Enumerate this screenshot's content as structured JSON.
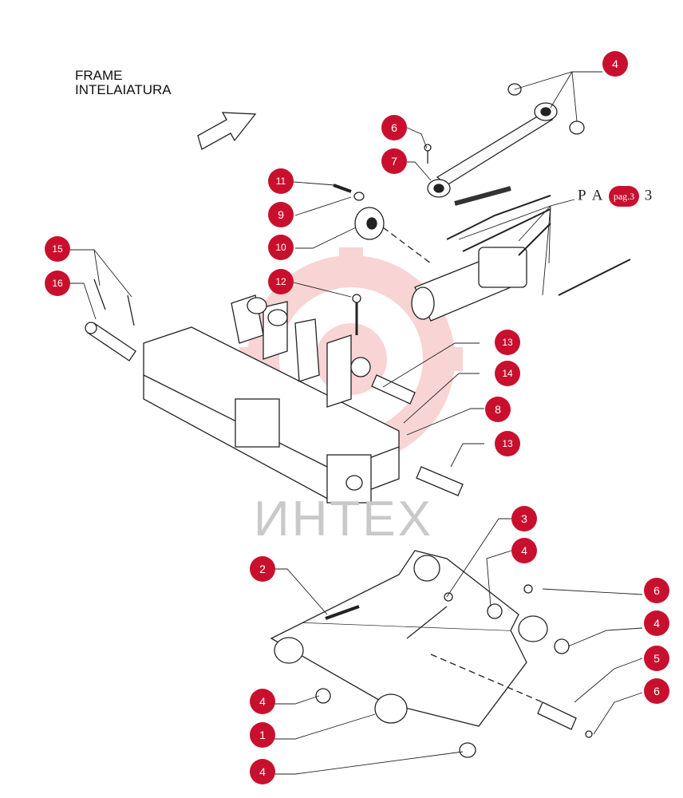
{
  "title": {
    "line1": "FRAME",
    "line2": "INTELAIATURA"
  },
  "page_ref": "P A",
  "page_ref_badge": "pag.3",
  "page_ref_tail": "3",
  "watermark": "ИНТЕХ",
  "colors": {
    "callout": "#c8102e",
    "line": "#222222",
    "watermark": "#f2b8b8"
  },
  "callouts": {
    "c1": "1",
    "c2": "2",
    "c3": "3",
    "c4a": "4",
    "c4b": "4",
    "c4c": "4",
    "c4d": "4",
    "c4e": "4",
    "c5": "5",
    "c6a": "6",
    "c6b": "6",
    "c6c": "6",
    "c7": "7",
    "c8": "8",
    "c9": "9",
    "c10": "10",
    "c11": "11",
    "c12": "12",
    "c13a": "13",
    "c13b": "13",
    "c14": "14",
    "c15": "15",
    "c16": "16"
  }
}
